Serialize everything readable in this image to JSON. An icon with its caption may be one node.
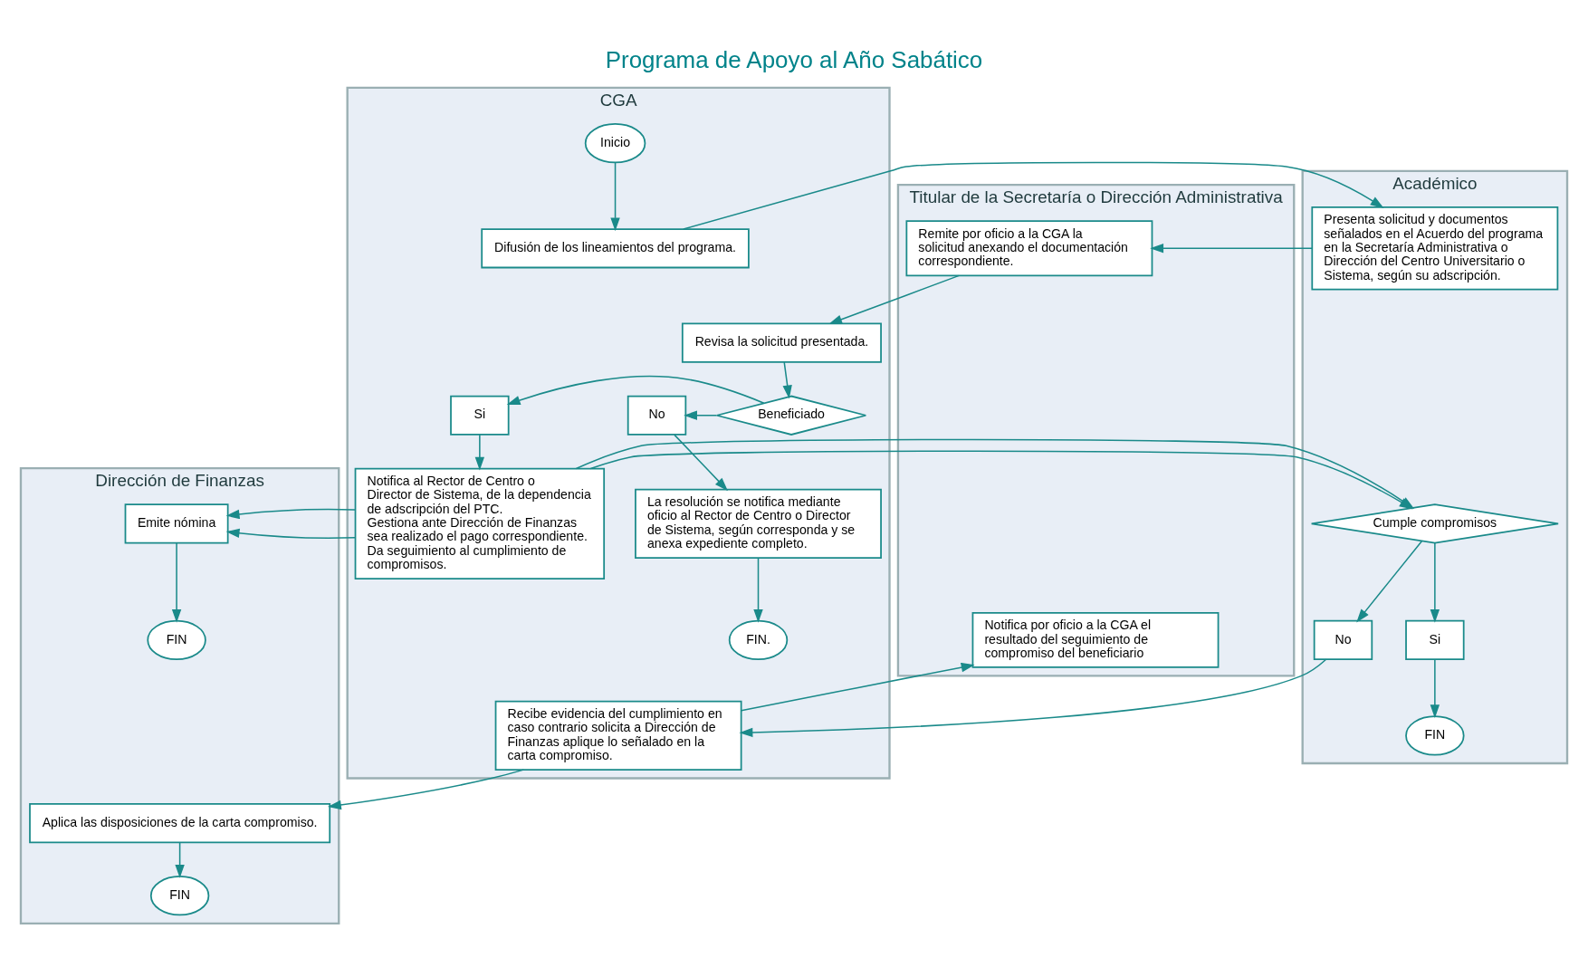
{
  "diagram": {
    "title": "Programa de Apoyo al Año Sabático",
    "nodes": [
      {
        "text": [
          "CGA"
        ]
      },
      {
        "text": [
          "Académico"
        ]
      },
      {
        "text": [
          "Titular de la Secretaría o Dirección Administrativa"
        ]
      },
      {
        "text": [
          "Dirección de Finanzas"
        ]
      },
      {
        "text": [
          "Inicio"
        ],
        "in": 0
      },
      {
        "text": [
          "Difusión de los lineamientos del programa."
        ],
        "in": 0
      },
      {
        "text": [
          "Presenta solicitud y documentos señalados en el Acuerdo del programa en la Secretaría Administrativa o Dirección del Centro Universitario o Sistema, según su adscripción."
        ],
        "in": 1
      },
      {
        "text": [
          "Remite por oficio a la CGA la solicitud anexando el documentación correspondiente."
        ],
        "in": 2
      },
      {
        "text": [
          "Revisa la solicitud presentada."
        ],
        "in": 0
      },
      {
        "text": [
          "Beneficiado"
        ],
        "in": 0
      },
      {
        "text": [
          "No"
        ],
        "in": 0
      },
      {
        "text": [
          "Si"
        ],
        "in": 0
      },
      {
        "text": [
          "La resolución se notifica mediante oficio al Rector de Centro o Director de Sistema, según corresponda y se anexa expediente completo."
        ],
        "in": 0
      },
      {
        "text": [
          "Notifica al Rector de Centro o Director de Sistema, de la dependencia de adscripción del PTC.",
          "Gestiona ante Dirección de Finanzas sea realizado el pago correspondiente.",
          "Da seguimiento al cumplimiento de compromisos."
        ],
        "in": 0
      },
      {
        "text": [
          "Emite nómina"
        ],
        "in": 3
      },
      {
        "text": [
          "FIN."
        ],
        "in": 0
      },
      {
        "text": [
          "Cumple compromisos"
        ],
        "in": 1
      },
      {
        "text": [
          "FIN"
        ],
        "in": 3
      },
      {
        "text": [
          "Notifica por oficio a la CGA el resultado del seguimiento de compromiso del beneficiario"
        ],
        "in": 2
      },
      {
        "text": [
          "No"
        ],
        "in": 1
      },
      {
        "text": [
          "Si"
        ],
        "in": 1
      },
      {
        "text": [
          "Recibe evidencia del cumplimiento en caso contrario solicita a Dirección de Finanzas aplique lo señalado en la carta compromiso."
        ],
        "in": 0
      },
      {
        "text": [
          "FIN"
        ],
        "in": 1
      },
      {
        "text": [
          "Aplica las disposiciones de la carta compromiso."
        ],
        "in": 3
      },
      {
        "text": [
          "FIN"
        ],
        "in": 3
      }
    ],
    "edges": [
      {
        "from": 4,
        "to": 5,
        "arrow": "to"
      },
      {
        "from": 5,
        "to": 6,
        "arrow": "to"
      },
      {
        "from": 6,
        "to": 7,
        "arrow": "to"
      },
      {
        "from": 7,
        "to": 8,
        "arrow": "to"
      },
      {
        "from": 8,
        "to": 9,
        "arrow": "to"
      },
      {
        "from": 9,
        "to": 10,
        "arrow": "to"
      },
      {
        "from": 9,
        "to": 11,
        "arrow": "to"
      },
      {
        "from": 10,
        "to": 12,
        "arrow": "to"
      },
      {
        "from": 11,
        "to": 13,
        "arrow": "to"
      },
      {
        "from": 12,
        "to": 15,
        "arrow": "to"
      },
      {
        "from": 13,
        "to": 14,
        "arrow": "to"
      },
      {
        "from": 14,
        "to": 17,
        "arrow": "to"
      },
      {
        "from": 13,
        "to": 16,
        "arrow": "to"
      },
      {
        "from": 16,
        "to": 19,
        "arrow": "to"
      },
      {
        "from": 16,
        "to": 20,
        "arrow": "to"
      },
      {
        "from": 20,
        "to": 22,
        "arrow": "to"
      },
      {
        "from": 19,
        "to": 21,
        "arrow": "to"
      },
      {
        "from": 21,
        "to": 18,
        "arrow": "to"
      },
      {
        "from": 21,
        "to": 23,
        "arrow": "to"
      },
      {
        "from": 23,
        "to": 24,
        "arrow": "to"
      }
    ]
  }
}
